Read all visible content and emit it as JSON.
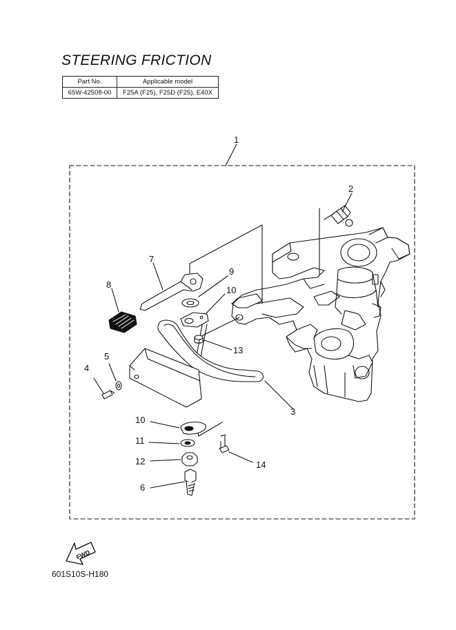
{
  "title": "STEERING FRICTION",
  "parts_table": {
    "headers": [
      "Part No.",
      "Applicable model"
    ],
    "rows": [
      [
        "65W-42508-00",
        "F25A (F25), F25D (F25), E40X"
      ]
    ]
  },
  "callouts": [
    "1",
    "2",
    "3",
    "4",
    "5",
    "6",
    "7",
    "8",
    "9",
    "10",
    "13",
    "10",
    "11",
    "12",
    "14"
  ],
  "fwd_label": "FWD",
  "diagram_code": "601S10S-H180"
}
